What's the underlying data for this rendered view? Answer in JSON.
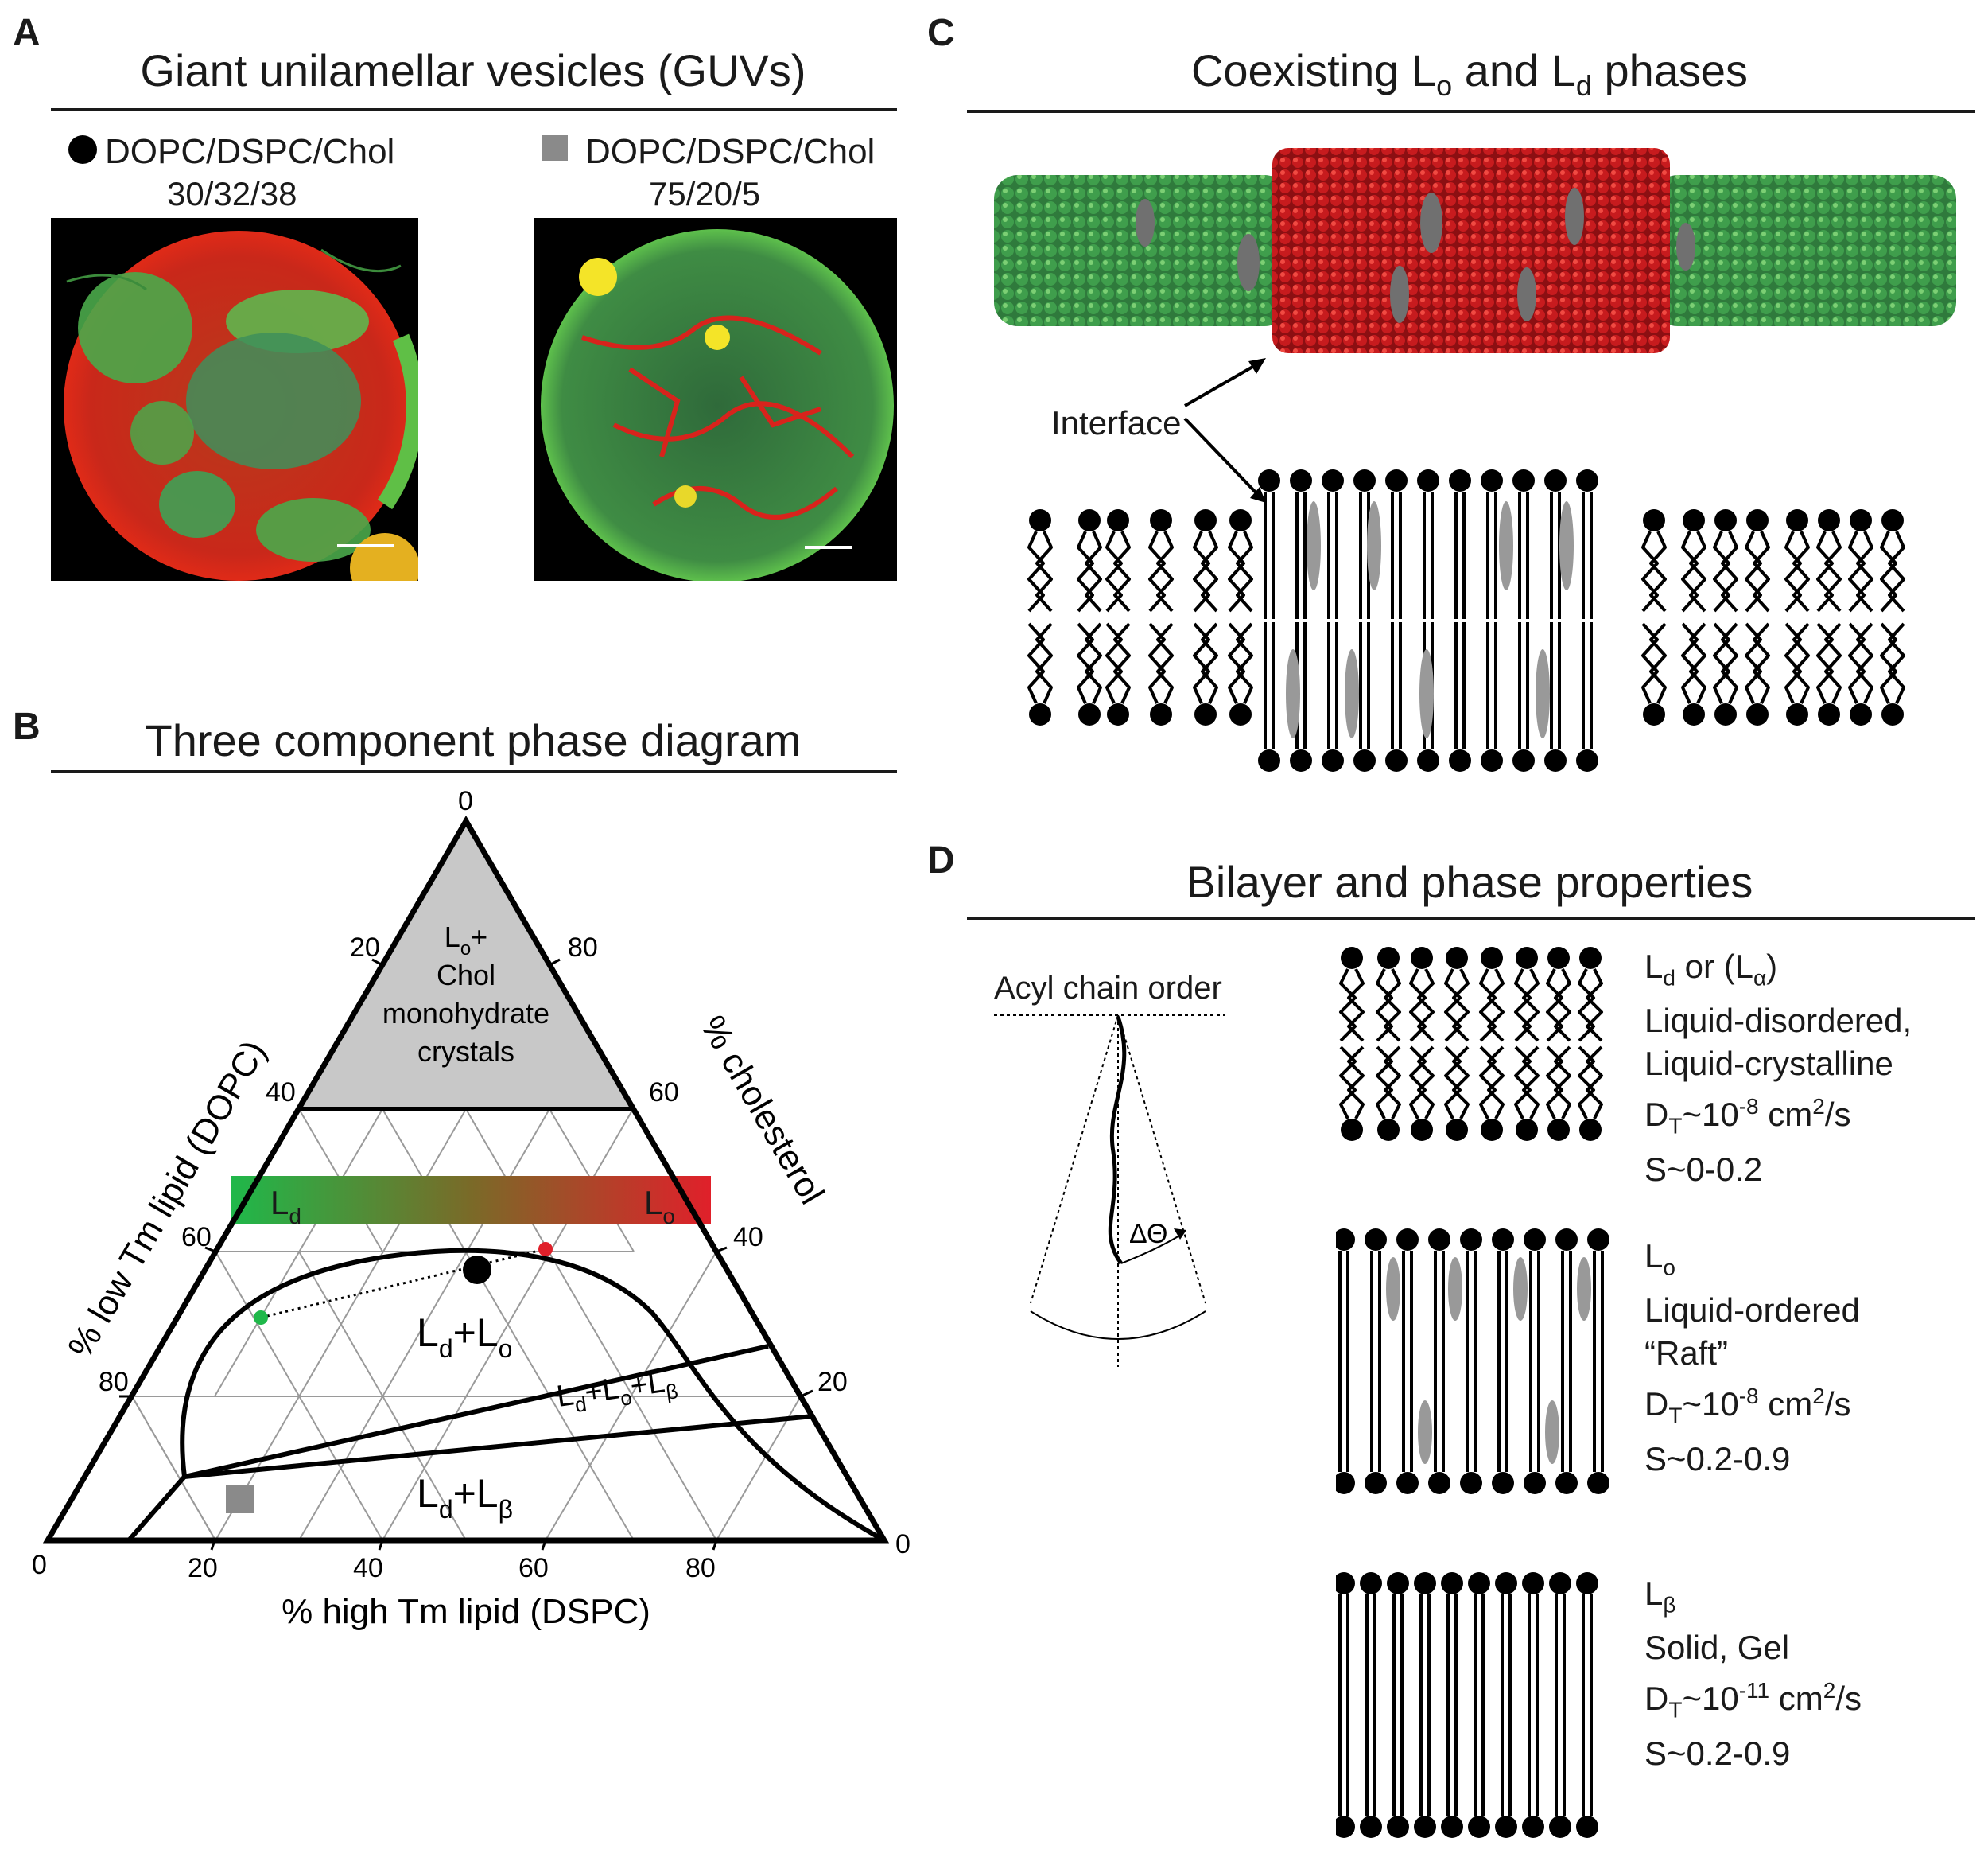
{
  "panels": {
    "a": {
      "letter": "A",
      "title": "Giant unilamellar vesicles (GUVs)",
      "left_composition": "DOPC/DSPC/Chol",
      "left_ratio": "30/32/38",
      "right_composition": "DOPC/DSPC/Chol",
      "right_ratio": "75/20/5"
    },
    "b": {
      "letter": "B",
      "title": "Three component phase diagram"
    },
    "c": {
      "letter": "C",
      "title_main": "Coexisting L",
      "title_sub1": "o",
      "title_mid": " and L",
      "title_sub2": "d",
      "title_end": " phases",
      "interface_label": "Interface"
    },
    "d": {
      "letter": "D",
      "title": "Bilayer and phase properties",
      "acyl_label": "Acyl chain order",
      "angle_label": "ΔΘ",
      "phases": [
        {
          "symbol": "L",
          "symbol_sub": "d",
          "alt": " or (L",
          "alt_sub": "α",
          "alt_end": ")",
          "name1": "Liquid-disordered,",
          "name2": "Liquid-crystalline",
          "diff_pre": "D",
          "diff_sub": "T",
          "diff_mid": "~10",
          "diff_exp": "-8",
          "diff_unit": " cm",
          "diff_unit_exp": "2",
          "diff_end": "/s",
          "order": "S~0-0.2"
        },
        {
          "symbol": "L",
          "symbol_sub": "o",
          "name1": "Liquid-ordered",
          "name2": "“Raft”",
          "diff_pre": "D",
          "diff_sub": "T",
          "diff_mid": "~10",
          "diff_exp": "-8",
          "diff_unit": " cm",
          "diff_unit_exp": "2",
          "diff_end": "/s",
          "order": "S~0.2-0.9"
        },
        {
          "symbol": "L",
          "symbol_sub": "β",
          "name1": "Solid, Gel",
          "diff_pre": "D",
          "diff_sub": "T",
          "diff_mid": "~10",
          "diff_exp": "-11",
          "diff_unit": " cm",
          "diff_unit_exp": "2",
          "diff_end": "/s",
          "order": "S~0.2-0.9"
        }
      ]
    }
  },
  "ternary": {
    "vertex_top": "0",
    "vertex_left": "0",
    "vertex_right": "0",
    "left_axis_label": "% low Tm lipid (DOPC)",
    "right_axis_label": "% cholesterol",
    "bottom_axis_label": "% high Tm lipid (DSPC)",
    "left_ticks": [
      "20",
      "40",
      "60",
      "80"
    ],
    "right_ticks": [
      "80",
      "60",
      "40",
      "20"
    ],
    "bottom_ticks": [
      "20",
      "40",
      "60",
      "80"
    ],
    "region_top": [
      "L",
      "o",
      "+",
      "Chol",
      "monohydrate",
      "crystals"
    ],
    "region_ldlo": [
      "L",
      "d",
      "+L",
      "o"
    ],
    "region_three": [
      "L",
      "d",
      "+L",
      "o",
      "+L",
      "β"
    ],
    "region_ldlb": [
      "L",
      "d",
      "+L",
      "β"
    ],
    "gradient_left": [
      "L",
      "d"
    ],
    "gradient_right": [
      "L",
      "o"
    ],
    "colors": {
      "ld": "#1fb84a",
      "lo": "#e0202a",
      "gray_region": "#c8c8c8",
      "marker_gray": "#8a8a8a"
    }
  }
}
